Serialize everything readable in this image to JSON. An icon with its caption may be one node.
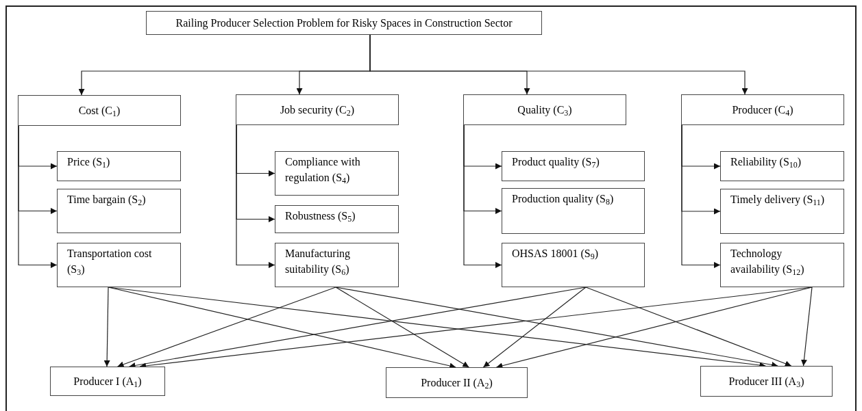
{
  "diagram": {
    "nodes": [
      {
        "text": [
          "Railing Producer Selection Problem for Risky Spaces in Construction Sector"
        ]
      },
      {
        "text": [
          "Cost (C$_{1}$)"
        ]
      },
      {
        "text": [
          "Price (S$_{1}$)"
        ]
      },
      {
        "text": [
          "Time bargain (S$_{2}$)"
        ]
      },
      {
        "text": [
          "Transportation cost (S$_{3}$)"
        ]
      },
      {
        "text": [
          "Job security (C$_{2}$)"
        ]
      },
      {
        "text": [
          "Compliance with regulation (S$_{4}$)"
        ]
      },
      {
        "text": [
          "Robustness (S$_{5}$)"
        ]
      },
      {
        "text": [
          "Manufacturing suitability (S$_{6}$)"
        ]
      },
      {
        "text": [
          "Quality (C$_{3}$)"
        ]
      },
      {
        "text": [
          "Product quality (S$_{7}$)"
        ]
      },
      {
        "text": [
          "Production quality (S$_{8}$)"
        ]
      },
      {
        "text": [
          "OHSAS 18001 (S$_{9}$)"
        ]
      },
      {
        "text": [
          "Producer (C$_{4}$)"
        ]
      },
      {
        "text": [
          "Reliability (S$_{10}$)"
        ]
      },
      {
        "text": [
          "Timely delivery (S$_{11}$)"
        ]
      },
      {
        "text": [
          "Technology availability (S$_{12}$)"
        ]
      },
      {
        "text": [
          "Producer I (A$_{1}$)"
        ]
      },
      {
        "text": [
          "Producer II (A$_{2}$)"
        ]
      },
      {
        "text": [
          "Producer III (A$_{3}$)"
        ]
      }
    ],
    "edges": [
      {
        "from": 0,
        "to": 1,
        "arrow": "to"
      },
      {
        "from": 0,
        "to": 5,
        "arrow": "to"
      },
      {
        "from": 0,
        "to": 9,
        "arrow": "to"
      },
      {
        "from": 0,
        "to": 13,
        "arrow": "to"
      },
      {
        "from": 1,
        "to": 2,
        "arrow": "to"
      },
      {
        "from": 1,
        "to": 3,
        "arrow": "to"
      },
      {
        "from": 1,
        "to": 4,
        "arrow": "to"
      },
      {
        "from": 5,
        "to": 6,
        "arrow": "to"
      },
      {
        "from": 5,
        "to": 7,
        "arrow": "to"
      },
      {
        "from": 5,
        "to": 8,
        "arrow": "to"
      },
      {
        "from": 9,
        "to": 10,
        "arrow": "to"
      },
      {
        "from": 9,
        "to": 11,
        "arrow": "to"
      },
      {
        "from": 9,
        "to": 12,
        "arrow": "to"
      },
      {
        "from": 13,
        "to": 14,
        "arrow": "to"
      },
      {
        "from": 13,
        "to": 15,
        "arrow": "to"
      },
      {
        "from": 13,
        "to": 16,
        "arrow": "to"
      },
      {
        "from": 4,
        "to": 17,
        "arrow": "to"
      },
      {
        "from": 4,
        "to": 18,
        "arrow": "to"
      },
      {
        "from": 4,
        "to": 19,
        "arrow": "to"
      },
      {
        "from": 8,
        "to": 17,
        "arrow": "to"
      },
      {
        "from": 8,
        "to": 18,
        "arrow": "to"
      },
      {
        "from": 8,
        "to": 19,
        "arrow": "to"
      },
      {
        "from": 12,
        "to": 17,
        "arrow": "to"
      },
      {
        "from": 12,
        "to": 18,
        "arrow": "to"
      },
      {
        "from": 12,
        "to": 19,
        "arrow": "to"
      },
      {
        "from": 16,
        "to": 17,
        "arrow": "to"
      },
      {
        "from": 16,
        "to": 18,
        "arrow": "to"
      },
      {
        "from": 16,
        "to": 19,
        "arrow": "to"
      }
    ]
  }
}
